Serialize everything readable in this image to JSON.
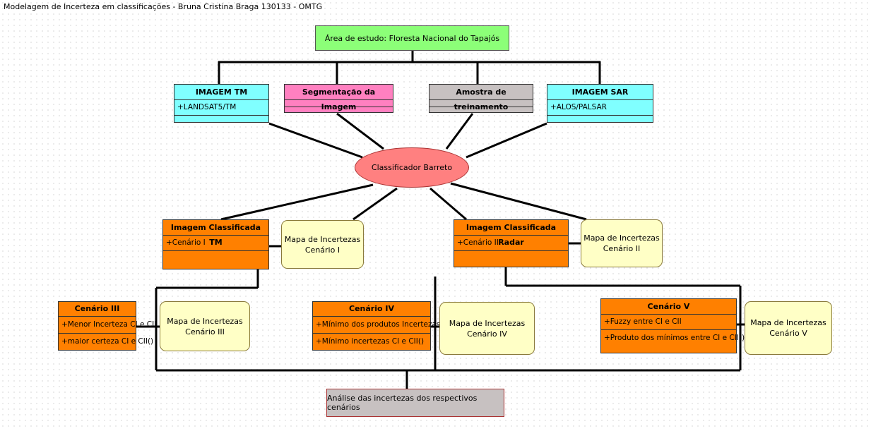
{
  "title": "Modelagem de Incerteza em classificações - Bruna Cristina Braga 130133 - OMTG",
  "area": "Área de estudo: Floresta Nacional do Tapajós",
  "classifier": "Classificador Barreto",
  "analysis": "Análise das incertezas dos respectivos cenários",
  "inputs": [
    {
      "name": "IMAGEM TM",
      "attr": "+LANDSAT5/TM",
      "color": "#80ffff"
    },
    {
      "name": "Segmentação da Imagem",
      "attr": "",
      "color": "#ff80c0"
    },
    {
      "name": "Amostra de treinamento",
      "attr": "",
      "color": "#c7c1c1"
    },
    {
      "name": "IMAGEM SAR",
      "attr": "+ALOS/PALSAR",
      "color": "#80ffff"
    }
  ],
  "classified": [
    {
      "name": "Imagem Classificada TM",
      "attr": "+Cenário I",
      "note_line1": "Mapa de Incertezas",
      "note_line2": "Cenário I"
    },
    {
      "name": "Imagem Classificada Radar",
      "attr": "+Cenário II",
      "note_line1": "Mapa de Incertezas",
      "note_line2": "Cenário II"
    }
  ],
  "scenarios": [
    {
      "name": "Cenário III",
      "attr1": "+Menor Incerteza CI e CII",
      "attr2": "+maior certeza CI e CII()",
      "note_line1": "Mapa de Incertezas",
      "note_line2": "Cenário III"
    },
    {
      "name": "Cenário IV",
      "attr1": "+Mínimo dos produtos Incertezas",
      "attr2": "+Mínimo incertezas  CI e CII()",
      "note_line1": "Mapa de Incertezas",
      "note_line2": "Cenário IV"
    },
    {
      "name": "Cenário V",
      "attr1": "+Fuzzy entre CI e CII",
      "attr2": "+Produto dos mínimos entre CI e CII()",
      "note_line1": "Mapa de Incertezas",
      "note_line2": "Cenário V"
    }
  ]
}
